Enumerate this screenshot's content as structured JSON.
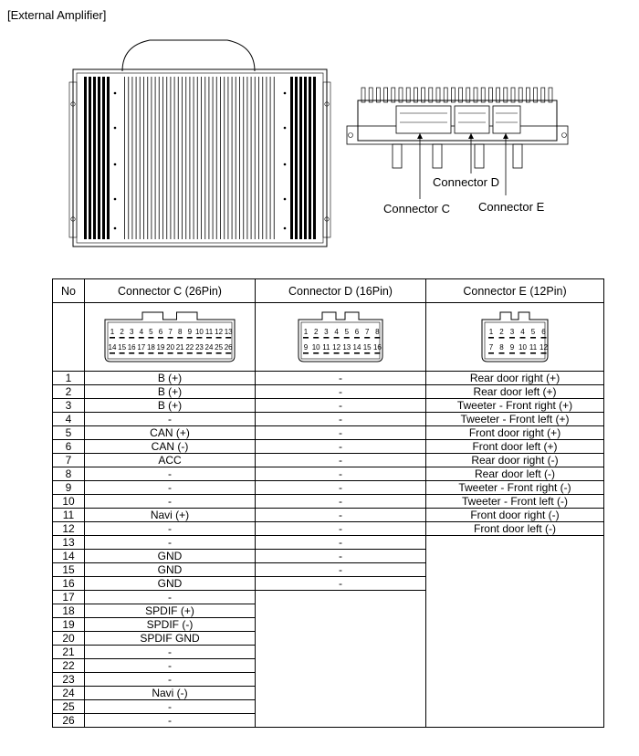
{
  "page_title": "[External Amplifier]",
  "callouts": {
    "connector_c": "Connector C",
    "connector_d": "Connector D",
    "connector_e": "Connector E"
  },
  "table": {
    "headers": [
      "No",
      "Connector C (26Pin)",
      "Connector D (16Pin)",
      "Connector E (12Pin)"
    ],
    "connector_c_face": {
      "top": [
        "1",
        "2",
        "3",
        "4",
        "5",
        "6",
        "7",
        "8",
        "9",
        "10",
        "11",
        "12",
        "13"
      ],
      "bottom": [
        "14",
        "15",
        "16",
        "17",
        "18",
        "19",
        "20",
        "21",
        "22",
        "23",
        "24",
        "25",
        "26"
      ]
    },
    "connector_d_face": {
      "top": [
        "1",
        "2",
        "3",
        "4",
        "5",
        "6",
        "7",
        "8"
      ],
      "bottom": [
        "9",
        "10",
        "11",
        "12",
        "13",
        "14",
        "15",
        "16"
      ]
    },
    "connector_e_face": {
      "top": [
        "1",
        "2",
        "3",
        "4",
        "5",
        "6"
      ],
      "bottom": [
        "7",
        "8",
        "9",
        "10",
        "11",
        "12"
      ]
    },
    "rows": [
      {
        "no": "1",
        "c": "B (+)",
        "d": "-",
        "e": "Rear door right (+)"
      },
      {
        "no": "2",
        "c": "B (+)",
        "d": "-",
        "e": "Rear door left (+)"
      },
      {
        "no": "3",
        "c": "B (+)",
        "d": "-",
        "e": "Tweeter - Front right (+)"
      },
      {
        "no": "4",
        "c": "-",
        "d": "-",
        "e": "Tweeter - Front left (+)"
      },
      {
        "no": "5",
        "c": "CAN (+)",
        "d": "-",
        "e": "Front door right (+)"
      },
      {
        "no": "6",
        "c": "CAN (-)",
        "d": "-",
        "e": "Front door left (+)"
      },
      {
        "no": "7",
        "c": "ACC",
        "d": "-",
        "e": "Rear door right (-)"
      },
      {
        "no": "8",
        "c": "-",
        "d": "-",
        "e": "Rear door left (-)"
      },
      {
        "no": "9",
        "c": "-",
        "d": "-",
        "e": "Tweeter - Front right (-)"
      },
      {
        "no": "10",
        "c": "-",
        "d": "-",
        "e": "Tweeter - Front left (-)"
      },
      {
        "no": "11",
        "c": "Navi (+)",
        "d": "-",
        "e": "Front door right (-)"
      },
      {
        "no": "12",
        "c": "-",
        "d": "-",
        "e": "Front door left (-)"
      },
      {
        "no": "13",
        "c": "-",
        "d": "-"
      },
      {
        "no": "14",
        "c": "GND",
        "d": "-"
      },
      {
        "no": "15",
        "c": "GND",
        "d": "-"
      },
      {
        "no": "16",
        "c": "GND",
        "d": "-"
      },
      {
        "no": "17",
        "c": "-"
      },
      {
        "no": "18",
        "c": "SPDIF (+)"
      },
      {
        "no": "19",
        "c": "SPDIF (-)"
      },
      {
        "no": "20",
        "c": "SPDIF GND"
      },
      {
        "no": "21",
        "c": "-"
      },
      {
        "no": "22",
        "c": "-"
      },
      {
        "no": "23",
        "c": "-"
      },
      {
        "no": "24",
        "c": "Navi (-)"
      },
      {
        "no": "25",
        "c": "-"
      },
      {
        "no": "26",
        "c": "-"
      }
    ]
  }
}
